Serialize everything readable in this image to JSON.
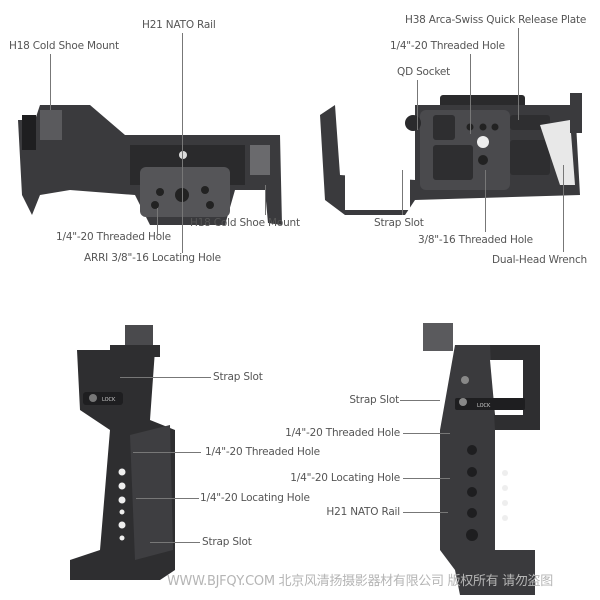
{
  "top_left_view": {
    "labels": {
      "cold_shoe_left": "H18 Cold Shoe Mount",
      "nato_rail": "H21 NATO Rail",
      "threaded_hole": "1/4\"-20 Threaded Hole",
      "arri_hole": "ARRI 3/8\"-16 Locating Hole",
      "cold_shoe_right": "H18 Cold Shoe Mount"
    }
  },
  "top_right_view": {
    "labels": {
      "arca_plate": "H38 Arca-Swiss Quick Release Plate",
      "threaded_hole": "1/4\"-20 Threaded Hole",
      "qd_socket": "QD Socket",
      "strap_slot": "Strap Slot",
      "threaded_hole_38": "3/8\"-16 Threaded Hole",
      "wrench": "Dual-Head Wrench"
    }
  },
  "bottom_left_view": {
    "labels": {
      "strap_slot_top": "Strap Slot",
      "threaded_hole": "1/4\"-20 Threaded Hole",
      "locating_hole": "1/4\"-20 Locating Hole",
      "strap_slot_bottom": "Strap Slot"
    },
    "lock_text": "LOCK"
  },
  "bottom_right_view": {
    "labels": {
      "strap_slot": "Strap Slot",
      "threaded_hole": "1/4\"-20 Threaded Hole",
      "locating_hole": "1/4\"-20 Locating Hole",
      "nato_rail": "H21 NATO Rail"
    },
    "lock_text": "LOCK"
  },
  "watermark": "WWW.BJFQY.COM 北京风清扬摄影器材有限公司 版权所有 请勿盗图",
  "colors": {
    "product_dark": "#2e2e30",
    "product_mid": "#4a4a4d",
    "label_text": "#555555",
    "watermark": "#b5b5b5"
  }
}
